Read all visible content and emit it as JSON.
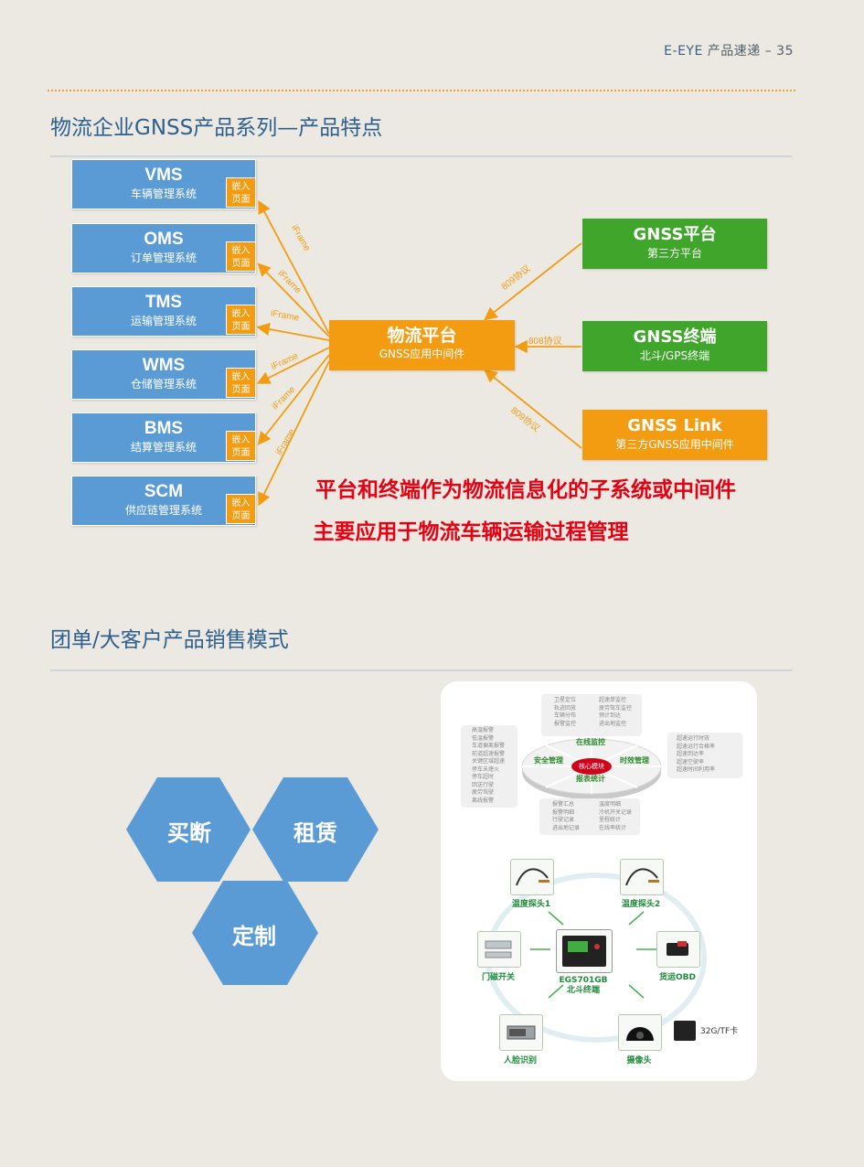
{
  "header": {
    "brand": "E-EYE",
    "subtitle": "产品速递",
    "separator": "–",
    "page_number": "35"
  },
  "section1": {
    "title": "物流企业GNSS产品系列—产品特点",
    "systems": [
      {
        "code": "VMS",
        "name": "车辆管理系统",
        "tag": [
          "嵌入",
          "页面"
        ]
      },
      {
        "code": "OMS",
        "name": "订单管理系统",
        "tag": [
          "嵌入",
          "页面"
        ]
      },
      {
        "code": "TMS",
        "name": "运输管理系统",
        "tag": [
          "嵌入",
          "页面"
        ]
      },
      {
        "code": "WMS",
        "name": "仓储管理系统",
        "tag": [
          "嵌入",
          "页面"
        ]
      },
      {
        "code": "BMS",
        "name": "结算管理系统",
        "tag": [
          "嵌入",
          "页面"
        ]
      },
      {
        "code": "SCM",
        "name": "供应链管理系统",
        "tag": [
          "嵌入",
          "页面"
        ]
      }
    ],
    "center": {
      "title": "物流平台",
      "subtitle": "GNSS应用中间件"
    },
    "iframe_label": "iFrame",
    "right": [
      {
        "title": "GNSS平台",
        "subtitle": "第三方平台",
        "protocol": "809协议",
        "color": "#3fa52b"
      },
      {
        "title": "GNSS终端",
        "subtitle": "北斗/GPS终端",
        "protocol": "808协议",
        "color": "#3fa52b"
      },
      {
        "title": "GNSS Link",
        "subtitle": "第三方GNSS应用中间件",
        "protocol": "809协议",
        "color": "#f39c12"
      }
    ],
    "statement": [
      "平台和终端作为物流信息化的子系统或中间件",
      "主要应用于物流车辆运输过程管理"
    ]
  },
  "section2": {
    "title": "团单/大客户产品销售模式",
    "hexagons": [
      "买断",
      "租赁",
      "定制"
    ],
    "hex_color": "#5b9bd5",
    "platform": {
      "ring": [
        "在线监控",
        "核心模块",
        "安全管理",
        "时效管理",
        "报表统计"
      ],
      "top_left": [
        "卫星定位",
        "轨迹回放",
        "车辆分布",
        "报警监控"
      ],
      "top_right": [
        "超速单监控",
        "疲劳驾车监控",
        "预计到达",
        "进出地监控"
      ],
      "left": [
        "高温报警",
        "低温报警",
        "车道偏离报警",
        "前道超速报警",
        "关键区域超速",
        "停车未熄火",
        "停车超时",
        "回送行驶",
        "疲劳驾驶",
        "离线报警"
      ],
      "right": [
        "超速运行时效",
        "超速运行合格率",
        "超速到达率",
        "超速空驶率",
        "超速时间利用率"
      ],
      "bottom_left": [
        "报警汇总",
        "报警明细",
        "行驶记录",
        "进出地记录"
      ],
      "bottom_right": [
        "温度明细",
        "冷机开关记录",
        "里程统计",
        "在线率统计"
      ]
    },
    "devices": {
      "temp1": "温度探头1",
      "temp2": "温度探头2",
      "door": "门磁开关",
      "obd": "货运OBD",
      "terminal_model": "EGS701GB",
      "terminal_name": "北斗终端",
      "face": "人脸识别",
      "camera": "摄像头",
      "sdcard": "32G/TF卡"
    }
  }
}
